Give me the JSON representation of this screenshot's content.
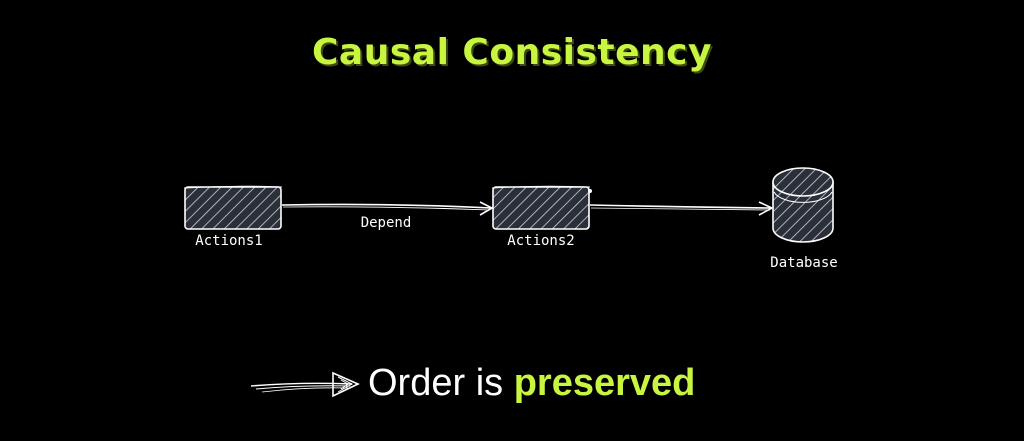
{
  "title": "Causal Consistency",
  "nodes": {
    "action1": {
      "label": "Actions1"
    },
    "action2": {
      "label": "Actions2"
    },
    "database": {
      "label": "Database"
    }
  },
  "edges": {
    "action1_to_action2": {
      "label": "Depend"
    }
  },
  "footer": {
    "prefix": "Order is",
    "emphasis": "preserved"
  },
  "colors": {
    "accent": "#c8f53f",
    "background": "#000000",
    "foreground": "#ffffff",
    "node_fill": "#2b3038"
  }
}
